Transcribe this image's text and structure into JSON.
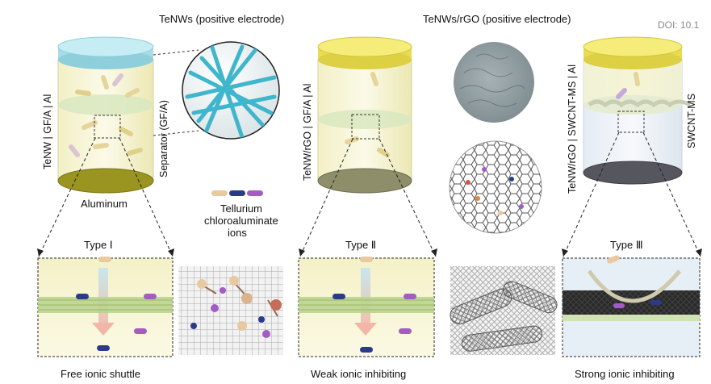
{
  "headings": {
    "tenws": "TeNWs (positive electrode)",
    "tenws_rgo": "TeNWs/rGO (positive electrode)",
    "doi": "DOI: 10.1"
  },
  "cell_labels": {
    "cell1_stack": "TeNW | GF/A | Al",
    "cell1_separator": "Separator (GF/A)",
    "cell1_bottom": "Aluminum",
    "cell2_stack": "TeNW/rGO | GF/A | Al",
    "cell3_stack": "TeNW/rGO | SWCNT-MS | Al",
    "cell3_separator": "SWCNT-MS"
  },
  "legend": {
    "line1": "Tellurium",
    "line2": "chloroaluminate",
    "line3": "ions"
  },
  "types": {
    "type1": "Type Ⅰ",
    "type2": "Type Ⅱ",
    "type3": "Type Ⅲ"
  },
  "captions": {
    "cap1": "Free ionic shuttle",
    "cap2": "Weak ionic inhibiting",
    "cap3": "Strong ionic inhibiting"
  },
  "colors": {
    "cap_blue": "#a8dfe8",
    "cap_yellow": "#efe36a",
    "separator_green": "#cfe3b4",
    "ion_beige": "#e9c9a0",
    "ion_navy": "#2c3a8c",
    "ion_purple": "#a45cc4",
    "nanowire_cyan": "#3fb6cc"
  }
}
